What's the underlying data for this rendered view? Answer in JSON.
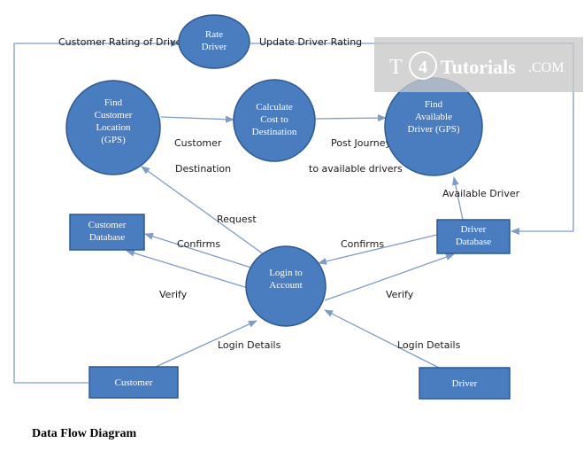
{
  "nodes": {
    "rate_driver": [
      "Rate",
      "Driver"
    ],
    "find_customer_location": [
      "Find",
      "Customer",
      "Location",
      "(GPS)"
    ],
    "calculate_cost": [
      "Calculate",
      "Cost to",
      "Destination"
    ],
    "find_available_driver": [
      "Find",
      "Available",
      "Driver (GPS)"
    ],
    "login_to_account": [
      "Login to",
      "Account"
    ],
    "customer_database": [
      "Customer",
      "Database"
    ],
    "driver_database": [
      "Driver",
      "Database"
    ],
    "customer": [
      "Customer"
    ],
    "driver": [
      "Driver"
    ]
  },
  "flows": {
    "customer_rating_of_driver": "Customer Rating of Driver",
    "update_driver_rating": "Update Driver Rating",
    "customer_destination": [
      "Customer",
      "Destination"
    ],
    "post_journey": [
      "Post Journey",
      "to available drivers"
    ],
    "available_driver": "Available Driver",
    "request": "Request",
    "confirms_customer": "Confirms",
    "confirms_driver": "Confirms",
    "verify_customer": "Verify",
    "verify_driver": "Verify",
    "login_details_customer": "Login Details",
    "login_details_driver": "Login Details"
  },
  "caption": "Data Flow Diagram",
  "watermark": {
    "prefix": "T",
    "number": "4",
    "brand": "Tutorials",
    "suffix": ".COM"
  },
  "colors": {
    "node_fill": "#4a7cc0",
    "node_stroke": "#2f5a8f",
    "flow_line": "#7f9cc6"
  }
}
